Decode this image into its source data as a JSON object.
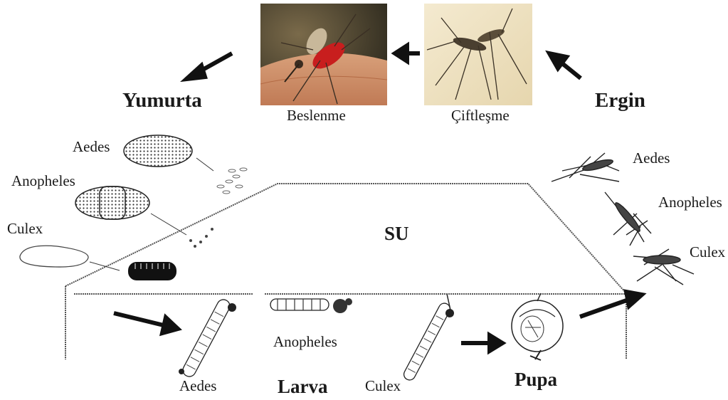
{
  "stages": {
    "egg": "Yumurta",
    "adult": "Ergin",
    "larva": "Larva",
    "pupa": "Pupa"
  },
  "water_label": "SU",
  "photos": {
    "feeding": "Beslenme",
    "mating": "Çiftleşme"
  },
  "eggs": {
    "aedes": "Aedes",
    "anopheles": "Anopheles",
    "culex": "Culex"
  },
  "adults": {
    "aedes": "Aedes",
    "anopheles": "Anopheles",
    "culex": "Culex"
  },
  "larvae": {
    "aedes": "Aedes",
    "anopheles": "Anopheles",
    "culex": "Culex"
  }
}
